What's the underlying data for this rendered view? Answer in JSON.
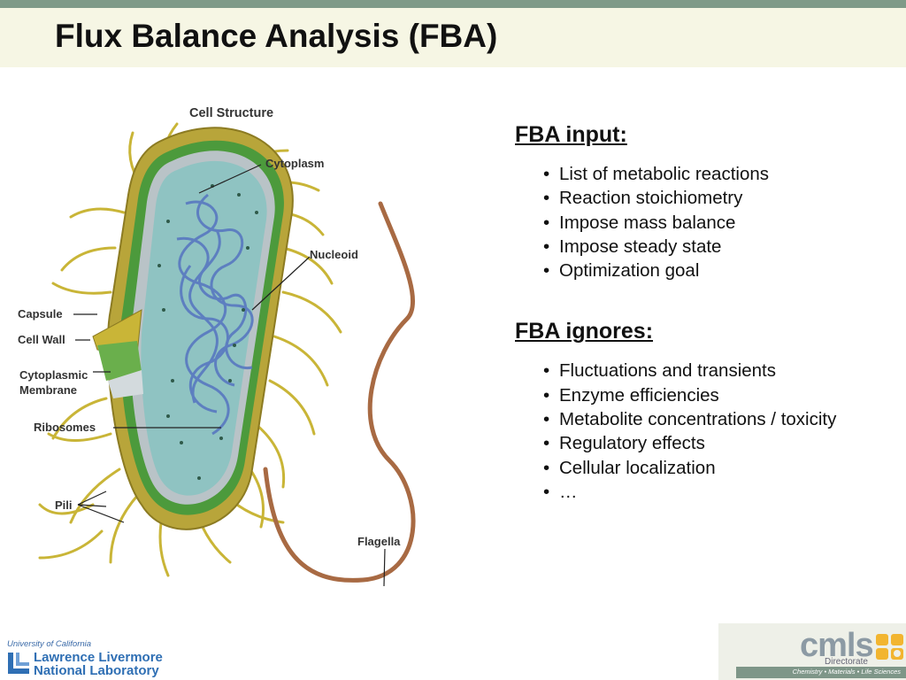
{
  "slide": {
    "title": "Flux Balance Analysis (FBA)"
  },
  "figure": {
    "heading": "Cell Structure",
    "labels": {
      "cytoplasm": "Cytoplasm",
      "nucleoid": "Nucleoid",
      "capsule": "Capsule",
      "cell_wall": "Cell Wall",
      "cytoplasmic_membrane_1": "Cytoplasmic",
      "cytoplasmic_membrane_2": "Membrane",
      "ribosomes": "Ribosomes",
      "pili": "Pili",
      "flagella": "Flagella"
    }
  },
  "sections": [
    {
      "heading": "FBA input:",
      "items": [
        "List of metabolic reactions",
        "Reaction stoichiometry",
        "Impose mass balance",
        "Impose steady state",
        "Optimization goal"
      ]
    },
    {
      "heading": "FBA ignores:",
      "items": [
        "Fluctuations and transients",
        "Enzyme efficiencies",
        "Metabolite concentrations / toxicity",
        "Regulatory effects",
        "Cellular localization",
        "…"
      ]
    }
  ],
  "bullet_char": "•",
  "footer": {
    "llnl": {
      "org": "University of California",
      "line1": "Lawrence Livermore",
      "line2": "National Laboratory"
    },
    "cmls": {
      "word": "cmls",
      "sub": "Directorate",
      "tagline": "Chemistry • Materials • Life Sciences"
    }
  },
  "colors": {
    "top_bar": "#7f9a88",
    "title_band": "#f6f6e4",
    "llnl_blue": "#2f6fb4",
    "cmls_strip": "#7e9688"
  }
}
